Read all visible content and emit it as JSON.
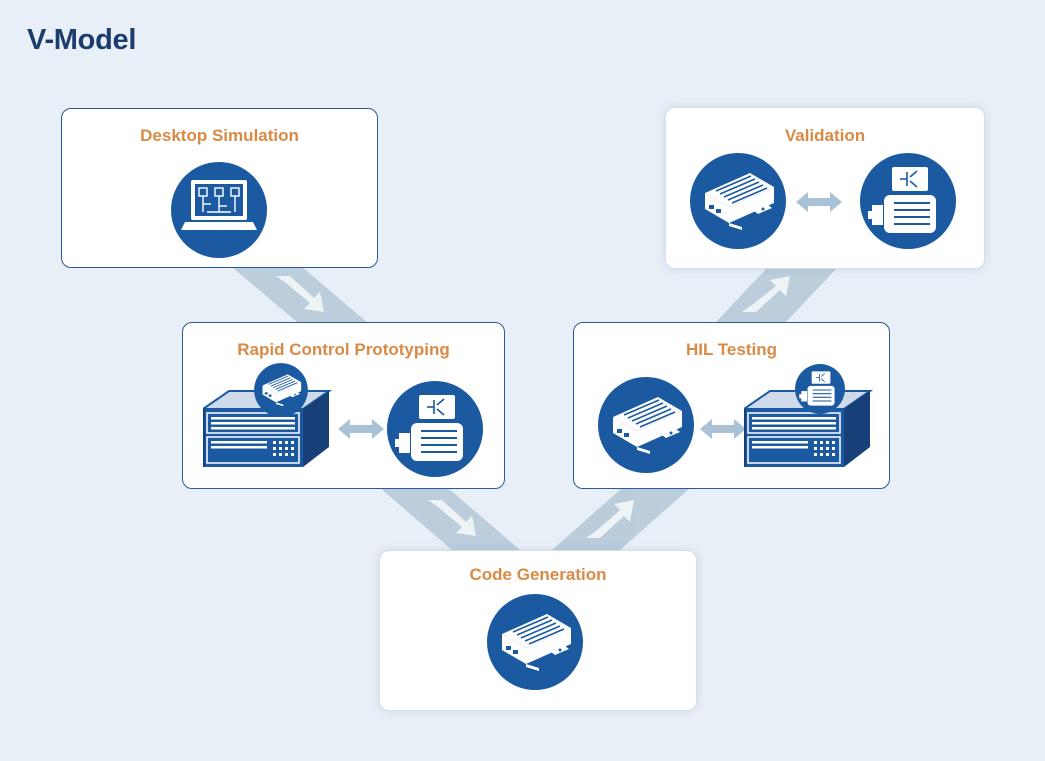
{
  "title": "V-Model",
  "colors": {
    "background": "#e9eff6",
    "title": "#1c3c6c",
    "stage_label": "#d98a45",
    "icon_blue": "#1b5aa0",
    "band": "#b7cad8"
  },
  "stages": [
    {
      "id": "desktop",
      "label": "Desktop Simulation",
      "icons": [
        "laptop-schematic-icon"
      ]
    },
    {
      "id": "rcp",
      "label": "Rapid Control Prototyping",
      "icons": [
        "controller-module-icon",
        "rack-unit-icon",
        "double-arrow-icon",
        "motor-icon"
      ]
    },
    {
      "id": "codegen",
      "label": "Code Generation",
      "icons": [
        "controller-module-icon"
      ]
    },
    {
      "id": "hil",
      "label": "HIL Testing",
      "icons": [
        "controller-module-icon",
        "double-arrow-icon",
        "motor-icon",
        "rack-unit-icon"
      ]
    },
    {
      "id": "validation",
      "label": "Validation",
      "icons": [
        "controller-module-icon",
        "double-arrow-icon",
        "motor-icon"
      ]
    }
  ]
}
